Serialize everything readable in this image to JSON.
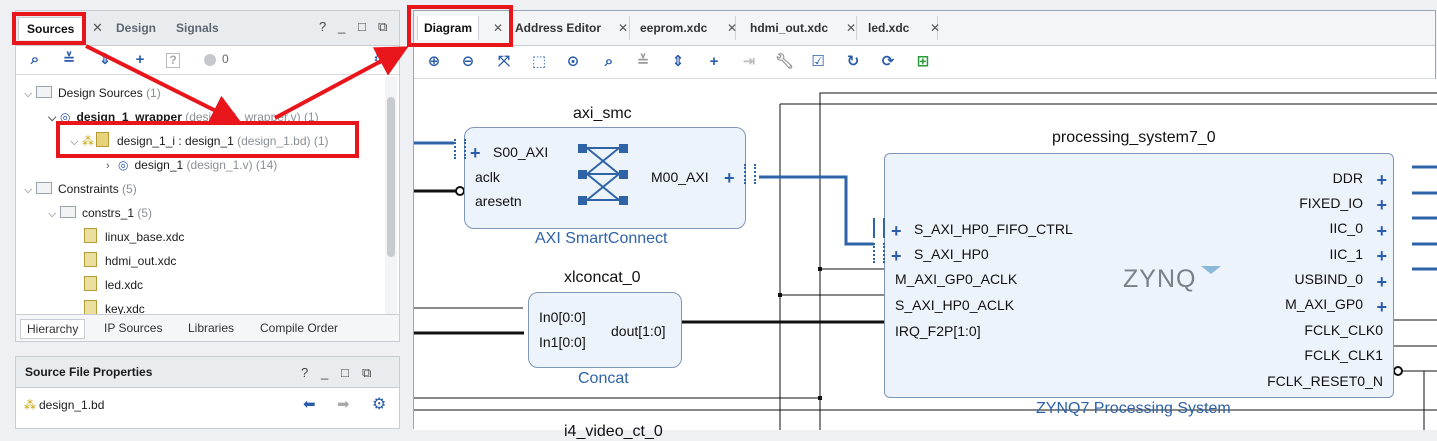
{
  "sources_panel": {
    "tabs": [
      {
        "label": "Sources"
      },
      {
        "label": "Design"
      },
      {
        "label": "Signals"
      }
    ],
    "window_buttons": [
      "?",
      "_",
      "□",
      "⧉"
    ],
    "toolbar": {
      "badge_count": "0"
    },
    "tree": [
      {
        "label": "Design Sources",
        "extra": "(1)"
      },
      {
        "label": "design_1_wrapper",
        "extra": "(design_1_wrapper.v) (1)"
      },
      {
        "label": "design_1_i : design_1",
        "extra": "(design_1.bd) (1)"
      },
      {
        "label": "design_1",
        "extra": "(design_1.v) (14)"
      },
      {
        "label": "Constraints",
        "extra": "(5)"
      },
      {
        "label": "constrs_1",
        "extra": "(5)"
      },
      {
        "label": "linux_base.xdc",
        "extra": ""
      },
      {
        "label": "hdmi_out.xdc",
        "extra": ""
      },
      {
        "label": "led.xdc",
        "extra": ""
      },
      {
        "label": "key.xdc",
        "extra": ""
      }
    ],
    "bottom_tabs": [
      "Hierarchy",
      "IP Sources",
      "Libraries",
      "Compile Order"
    ]
  },
  "props_panel": {
    "title": "Source File Properties",
    "window_buttons": [
      "?",
      "_",
      "□",
      "⧉"
    ],
    "file": "design_1.bd"
  },
  "diagram_panel": {
    "tabs": [
      "Diagram",
      "Address Editor",
      "eeprom.xdc",
      "hdmi_out.xdc",
      "led.xdc"
    ],
    "blocks": {
      "axi_smc": {
        "title": "axi_smc",
        "subtitle": "AXI SmartConnect",
        "ports_in": [
          "S00_AXI",
          "aclk",
          "aresetn"
        ],
        "ports_out": [
          "M00_AXI"
        ]
      },
      "xlconcat": {
        "title": "xlconcat_0",
        "subtitle": "Concat",
        "ports_in": [
          "In0[0:0]",
          "In1[0:0]"
        ],
        "ports_out": [
          "dout[1:0]"
        ]
      },
      "ps7": {
        "title": "processing_system7_0",
        "subtitle": "ZYNQ7 Processing System",
        "logo": "ZYNQ",
        "ports_in": [
          "S_AXI_HP0_FIFO_CTRL",
          "S_AXI_HP0",
          "M_AXI_GP0_ACLK",
          "S_AXI_HP0_ACLK",
          "IRQ_F2P[1:0]"
        ],
        "ports_out": [
          "DDR",
          "FIXED_IO",
          "IIC_0",
          "IIC_1",
          "USBIND_0",
          "M_AXI_GP0",
          "FCLK_CLK0",
          "FCLK_CLK1",
          "FCLK_RESET0_N"
        ]
      },
      "partial": {
        "title": "i4_video_ct_0"
      }
    }
  },
  "colors": {
    "highlight": "#e8151b",
    "accent": "#2a5cab",
    "block_fill": "#edf3fb"
  }
}
